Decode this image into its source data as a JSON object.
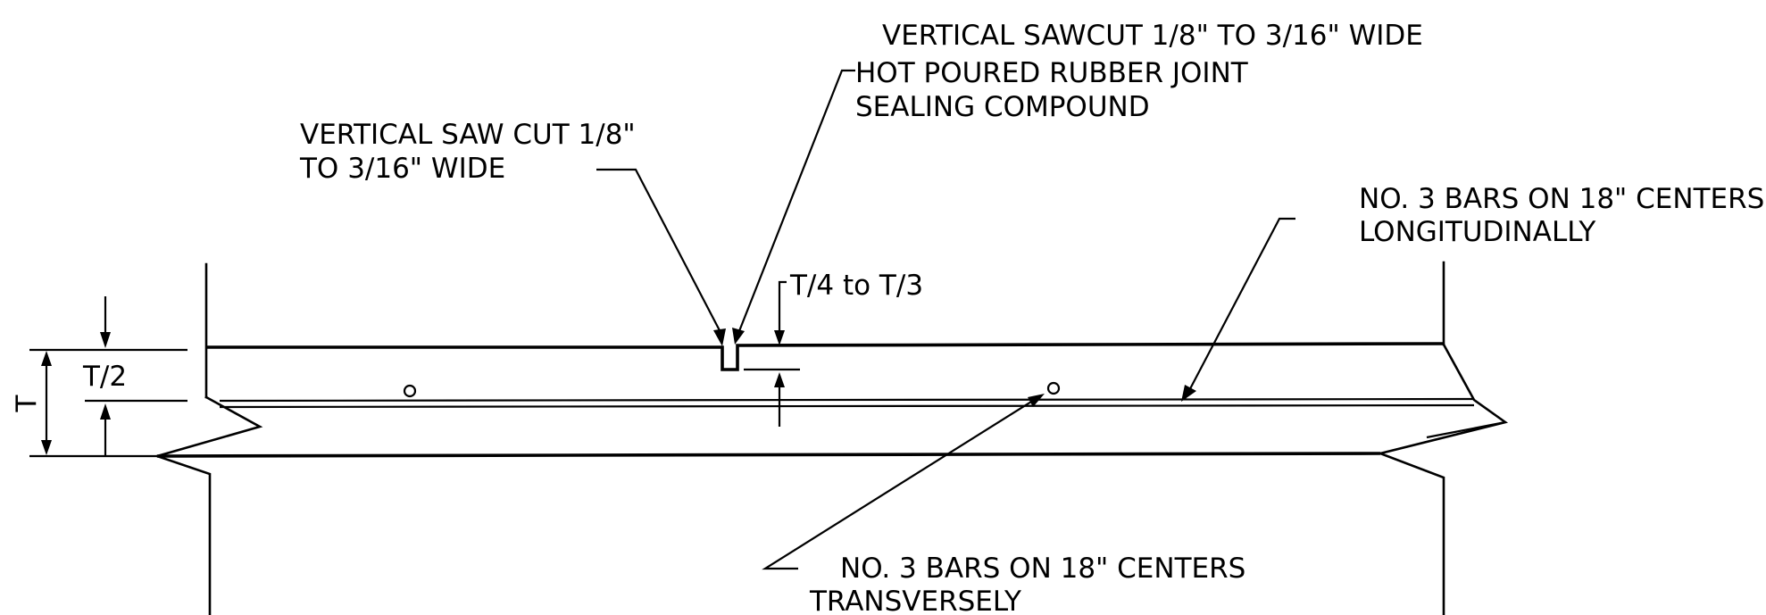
{
  "notes": {
    "sawcut_label": [
      "VERTICAL SAWCUT 1/8\" TO 3/16\" WIDE",
      "HOT POURED RUBBER JOINT",
      "SEALING COMPOUND"
    ],
    "saw_cut_label": [
      "VERTICAL SAW CUT 1/8\"",
      "TO 3/16\" WIDE"
    ],
    "long_bars_label": [
      "NO. 3 BARS ON 18\" CENTERS",
      "LONGITUDINALLY"
    ],
    "trans_bars_label": [
      "NO. 3 BARS ON 18\" CENTERS",
      "TRANSVERSELY"
    ]
  },
  "dimensions": {
    "depth_label": "T/4 to T/3",
    "half_label": "T/2",
    "thickness_label": "T"
  }
}
